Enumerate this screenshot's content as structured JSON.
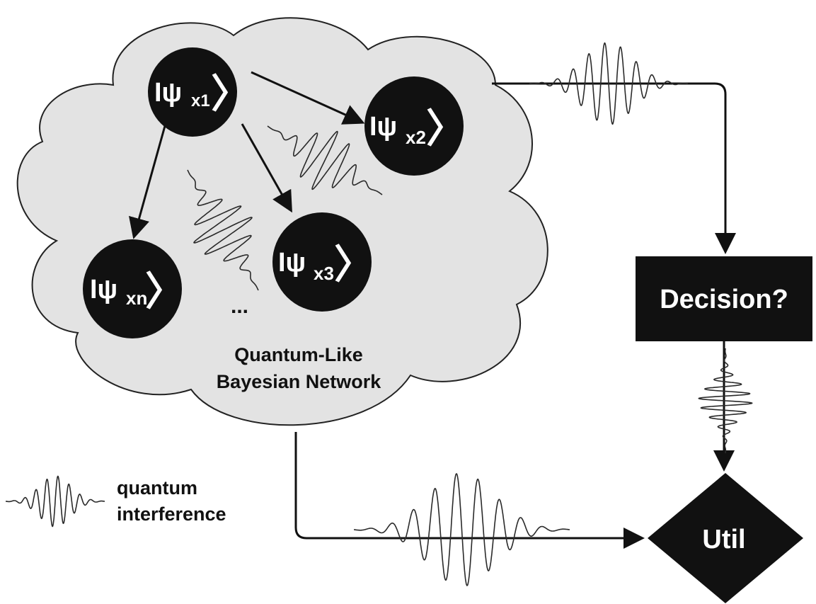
{
  "network": {
    "label_line1": "Quantum-Like",
    "label_line2": "Bayesian Network",
    "ellipsis": "...",
    "nodes": [
      {
        "id": "x1",
        "prefix": "Iψ",
        "sub": "x1",
        "close": "〉"
      },
      {
        "id": "x2",
        "prefix": "Iψ",
        "sub": "x2",
        "close": "〉"
      },
      {
        "id": "x3",
        "prefix": "Iψ",
        "sub": "x3",
        "close": "〉"
      },
      {
        "id": "xn",
        "prefix": "Iψ",
        "sub": "xn",
        "close": "〉"
      }
    ]
  },
  "decision": {
    "label": "Decision?"
  },
  "util": {
    "label": "Util"
  },
  "legend": {
    "line1": "quantum",
    "line2": "interference"
  },
  "colors": {
    "cloud_fill": "#e3e3e3",
    "cloud_stroke": "#222222",
    "node_fill": "#111111",
    "node_text": "#ffffff",
    "box_fill": "#111111"
  }
}
